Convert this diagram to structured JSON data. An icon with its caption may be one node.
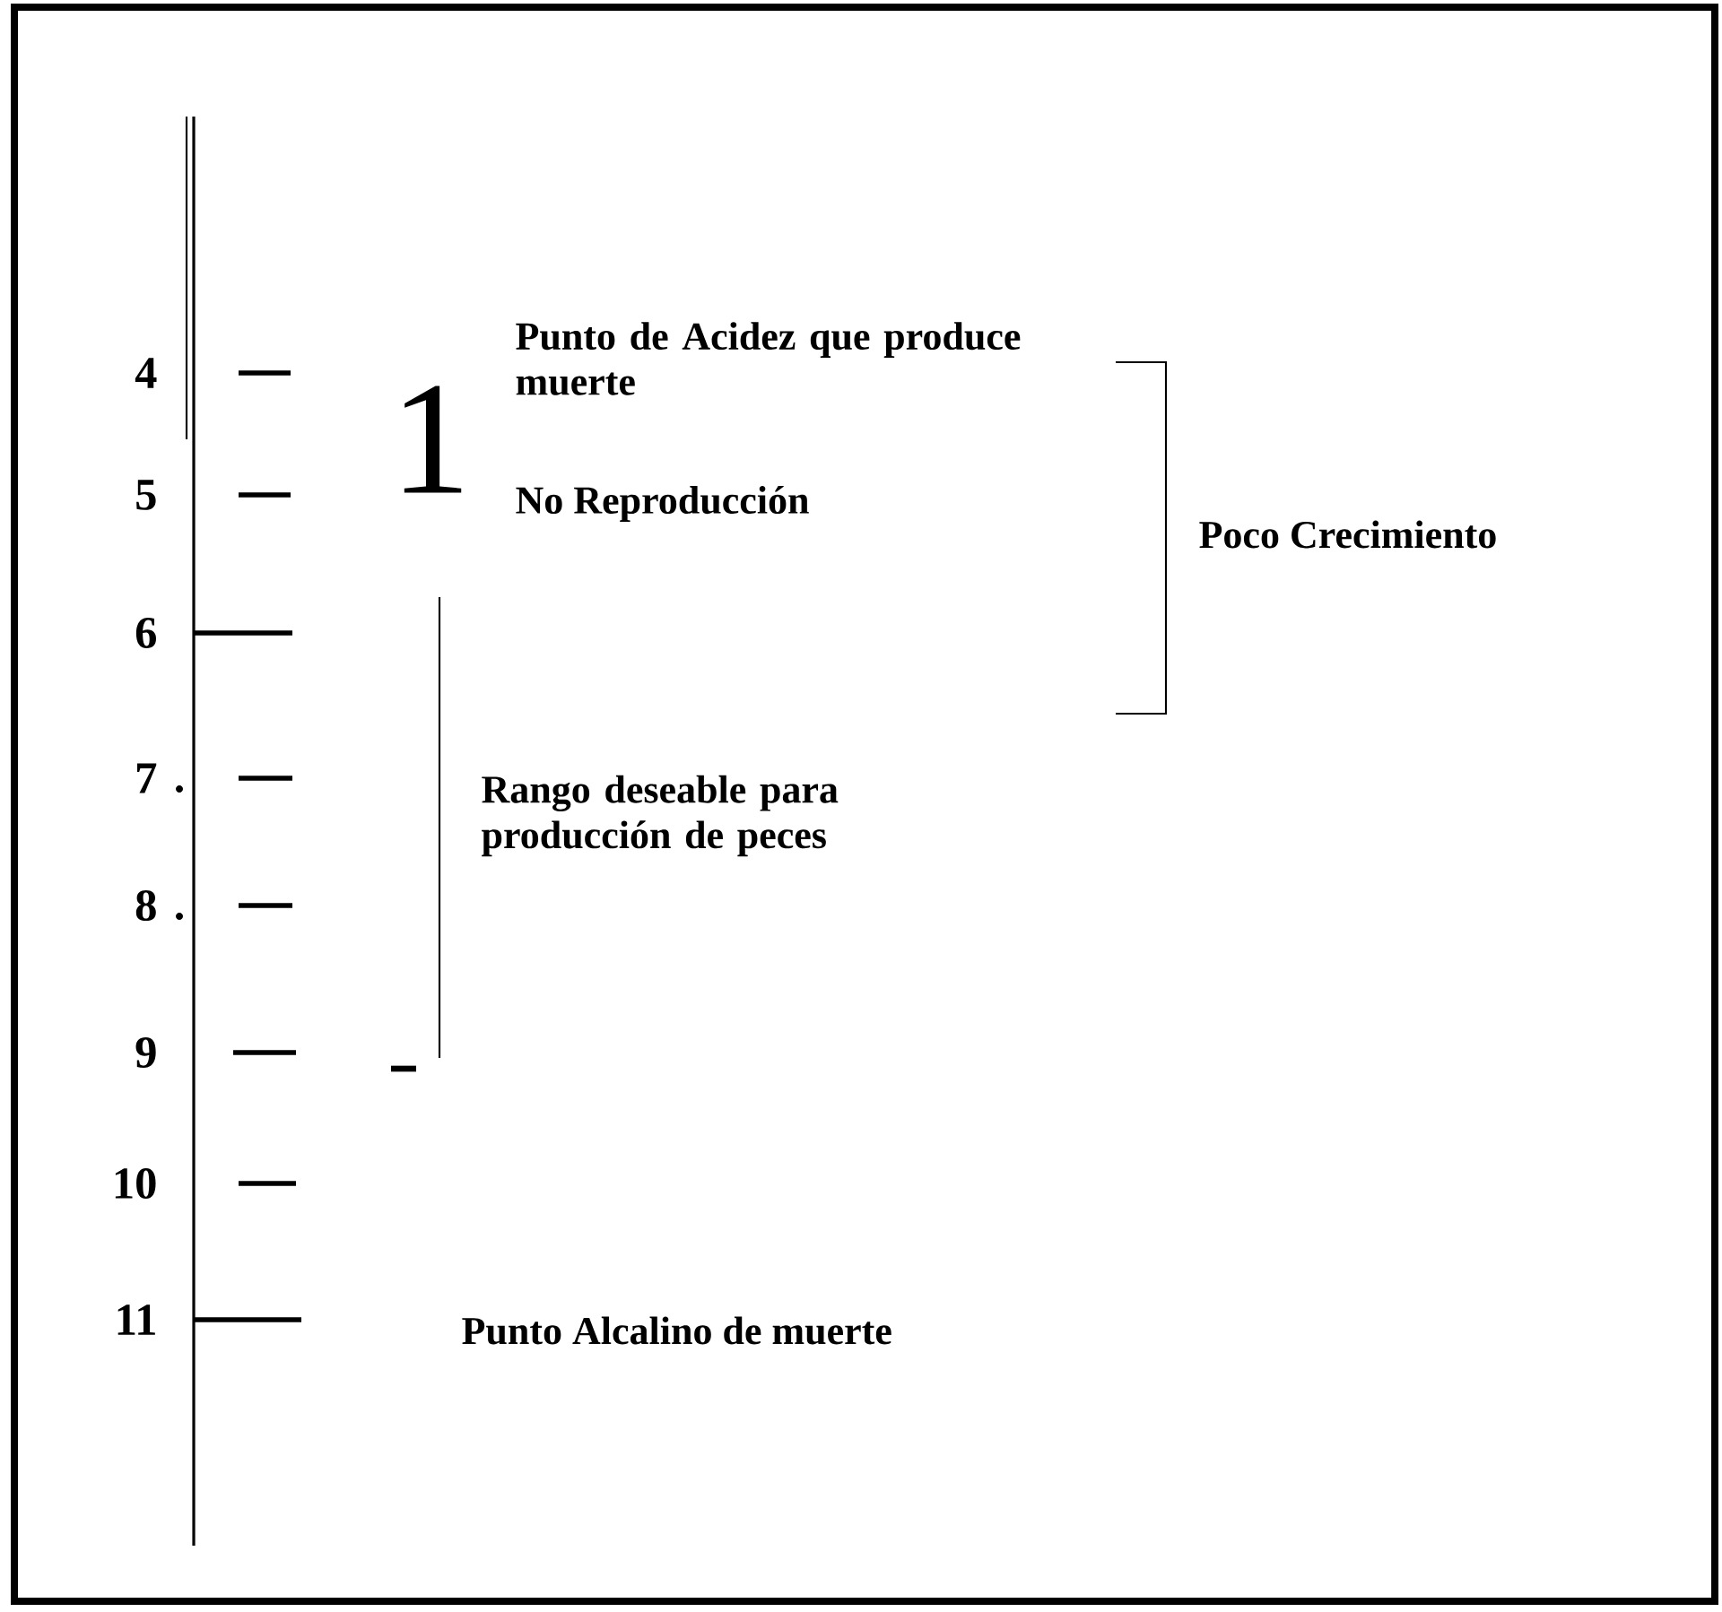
{
  "diagram": {
    "labels": [
      "4",
      "5",
      "6",
      "7",
      "8",
      "9",
      "10",
      "11",
      "Punto de Acidez que produce muerte",
      "1",
      "No Reproducción",
      "Poco Crecimiento",
      "Rango deseable para producción de peces",
      "Punto Alcalino de muerte"
    ]
  }
}
